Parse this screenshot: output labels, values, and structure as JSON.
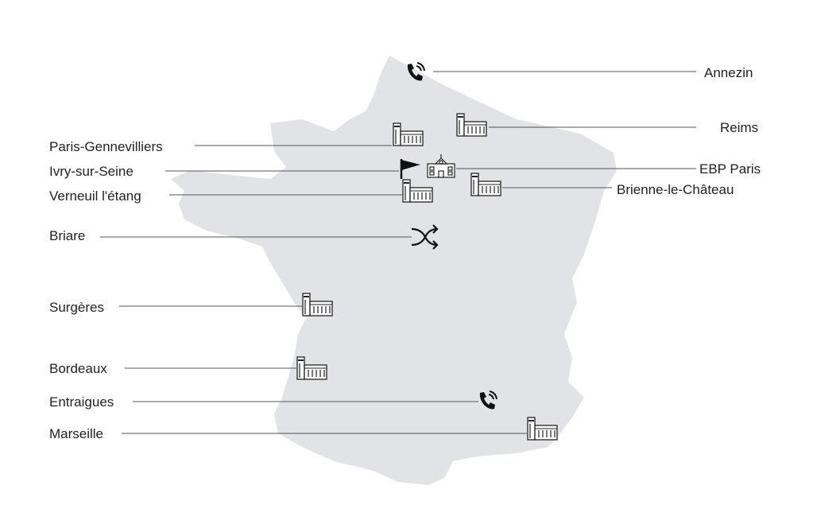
{
  "map": {
    "land_color": "#e1e3e6",
    "line_color": "#555555",
    "locations": [
      {
        "name": "Annezin",
        "icon": "phone-icon",
        "side": "right"
      },
      {
        "name": "Reims",
        "icon": "factory-icon",
        "side": "right"
      },
      {
        "name": "EBP Paris",
        "icon": "school-building-icon",
        "side": "right"
      },
      {
        "name": "Brienne-le-Château",
        "icon": "factory-icon",
        "side": "right"
      },
      {
        "name": "Paris-Gennevilliers",
        "icon": "factory-icon",
        "side": "left"
      },
      {
        "name": "Ivry-sur-Seine",
        "icon": "flag-icon",
        "side": "left"
      },
      {
        "name": "Verneuil l'étang",
        "icon": "factory-icon",
        "side": "left"
      },
      {
        "name": "Briare",
        "icon": "shuffle-icon",
        "side": "left"
      },
      {
        "name": "Surgères",
        "icon": "factory-icon",
        "side": "left"
      },
      {
        "name": "Bordeaux",
        "icon": "factory-icon",
        "side": "left"
      },
      {
        "name": "Entraigues",
        "icon": "phone-icon",
        "side": "left"
      },
      {
        "name": "Marseille",
        "icon": "factory-icon",
        "side": "left"
      }
    ]
  }
}
